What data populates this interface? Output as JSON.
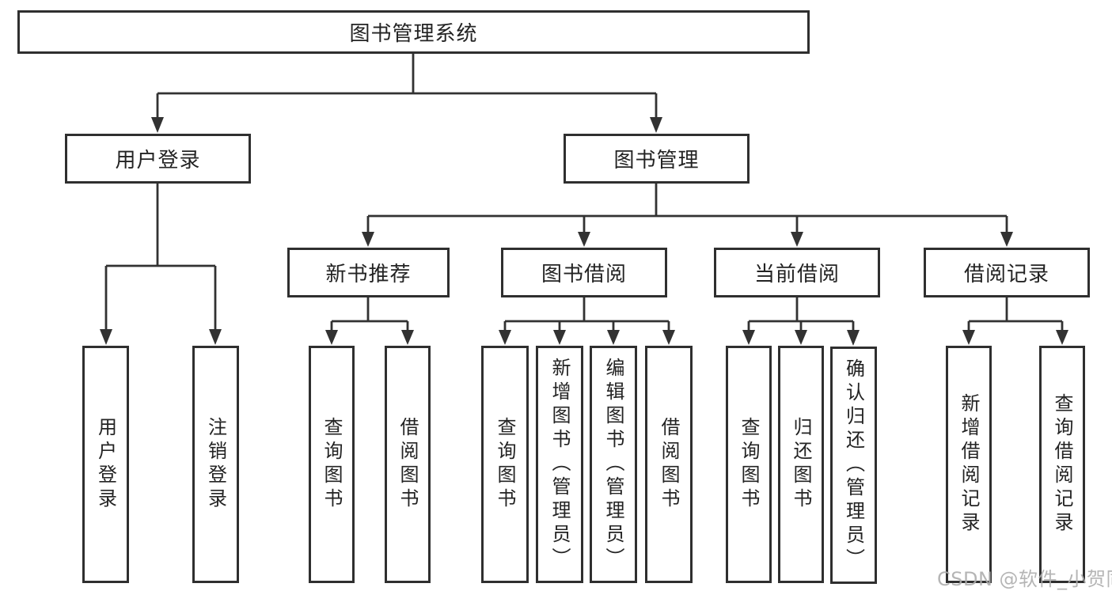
{
  "diagram": {
    "kind": "tree-diagram",
    "background_color": "#ffffff",
    "line_color": "#323232",
    "box_border_color": "#2f2f2f",
    "text_color": "#232323",
    "watermark": {
      "text": "CSDN @软件_小贺同学",
      "color": "#adadad"
    }
  },
  "nodes": {
    "root": "图书管理系统",
    "user_login": "用户登录",
    "book_mgmt": "图书管理",
    "new_book": "新书推荐",
    "book_borrow": "图书借阅",
    "current_borrow": "当前借阅",
    "borrow_record": "借阅记录",
    "leaf_user_login": "用户登录",
    "leaf_logout": "注销登录",
    "leaf_nb_query": "查询图书",
    "leaf_nb_borrow": "借阅图书",
    "leaf_bb_query": "查询图书",
    "leaf_bb_add": "新增图书（管理员）",
    "leaf_bb_edit": "编辑图书（管理员）",
    "leaf_bb_borrow": "借阅图书",
    "leaf_cb_query": "查询图书",
    "leaf_cb_return": "归还图书",
    "leaf_cb_confirm": "确认归还（管理员）",
    "leaf_br_add": "新增借阅记录",
    "leaf_br_query": "查询借阅记录"
  },
  "tree": {
    "label": "图书管理系统",
    "children": [
      {
        "label": "用户登录",
        "children": [
          {
            "label": "用户登录"
          },
          {
            "label": "注销登录"
          }
        ]
      },
      {
        "label": "图书管理",
        "children": [
          {
            "label": "新书推荐",
            "children": [
              {
                "label": "查询图书"
              },
              {
                "label": "借阅图书"
              }
            ]
          },
          {
            "label": "图书借阅",
            "children": [
              {
                "label": "查询图书"
              },
              {
                "label": "新增图书（管理员）"
              },
              {
                "label": "编辑图书（管理员）"
              },
              {
                "label": "借阅图书"
              }
            ]
          },
          {
            "label": "当前借阅",
            "children": [
              {
                "label": "查询图书"
              },
              {
                "label": "归还图书"
              },
              {
                "label": "确认归还（管理员）"
              }
            ]
          },
          {
            "label": "借阅记录",
            "children": [
              {
                "label": "新增借阅记录"
              },
              {
                "label": "查询借阅记录"
              }
            ]
          }
        ]
      }
    ]
  }
}
